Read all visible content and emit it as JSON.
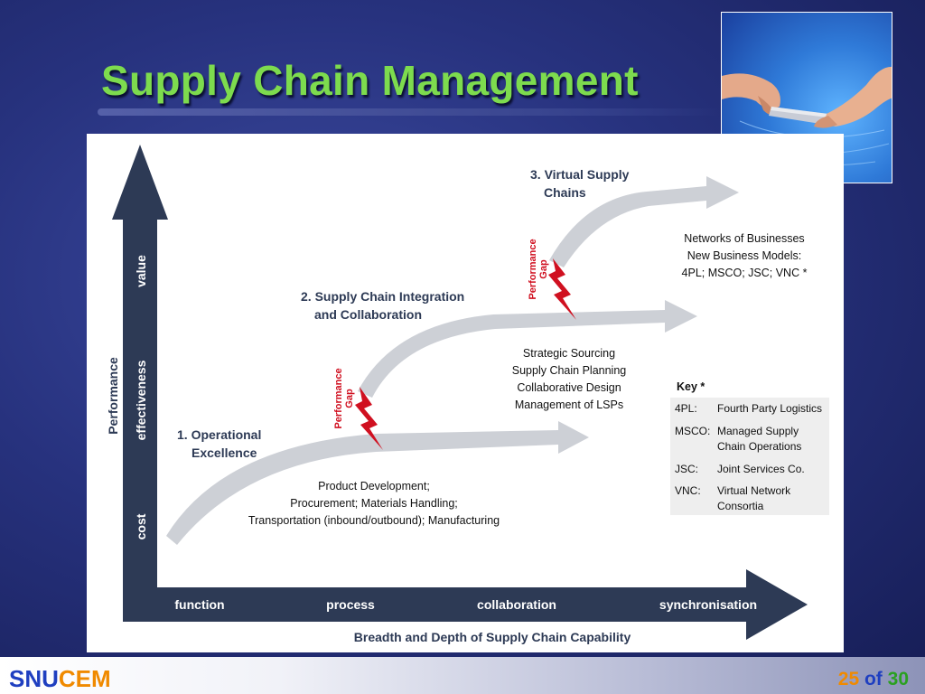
{
  "slide": {
    "title": "Supply Chain Management",
    "footer": {
      "brand_part1": "SNU",
      "brand_part2": "CEM",
      "page_current": "25",
      "page_of": "of",
      "page_total": "30"
    }
  },
  "diagram": {
    "y_axis": {
      "title": "Performance",
      "levels": [
        "cost",
        "effectiveness",
        "value"
      ]
    },
    "x_axis": {
      "title": "Breadth and Depth of Supply Chain Capability",
      "stages": [
        "function",
        "process",
        "collaboration",
        "synchronisation"
      ]
    },
    "curves": [
      {
        "label_line1": "1. Operational",
        "label_line2": "Excellence",
        "desc": [
          "Product Development;",
          "Procurement; Materials Handling;",
          "Transportation (inbound/outbound); Manufacturing"
        ]
      },
      {
        "label_line1": "2. Supply Chain Integration",
        "label_line2": "and Collaboration",
        "desc": [
          "Strategic Sourcing",
          "Supply Chain Planning",
          "Collaborative Design",
          "Management of LSPs"
        ]
      },
      {
        "label_line1": "3. Virtual Supply",
        "label_line2": "Chains",
        "desc": [
          "Networks of Businesses",
          "New Business Models:",
          "4PL; MSCO; JSC; VNC *"
        ]
      }
    ],
    "gap_label_line1": "Performance",
    "gap_label_line2": "Gap",
    "key": {
      "title": "Key *",
      "rows": [
        {
          "abbr": "4PL:",
          "def_line1": "Fourth Party Logistics",
          "def_line2": ""
        },
        {
          "abbr": "MSCO:",
          "def_line1": "Managed Supply",
          "def_line2": "Chain Operations"
        },
        {
          "abbr": "JSC:",
          "def_line1": "Joint Services Co.",
          "def_line2": ""
        },
        {
          "abbr": "VNC:",
          "def_line1": "Virtual Network",
          "def_line2": "Consortia"
        }
      ]
    }
  },
  "colors": {
    "title": "#7ddb4e",
    "axis_navy": "#2d3a55",
    "curve_gray": "#cdd0d6",
    "gap_red": "#d01020",
    "key_bg": "#eeeeee"
  },
  "image": {
    "alt": "two hands passing a baton",
    "icon": "baton-handoff-photo"
  }
}
